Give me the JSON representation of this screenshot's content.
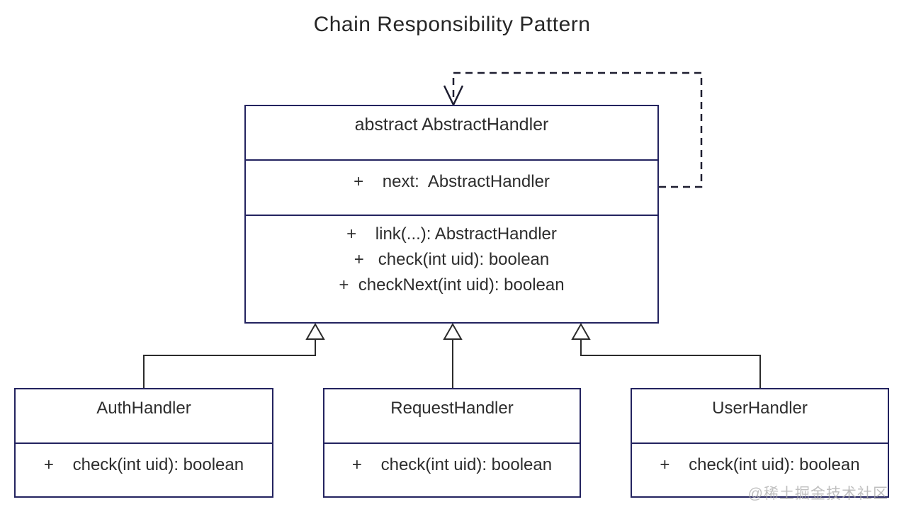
{
  "title": "Chain Responsibility Pattern",
  "classes": {
    "abstract_handler": {
      "name": "abstract AbstractHandler",
      "fields": [
        "+    next:  AbstractHandler"
      ],
      "methods": [
        "+    link(...): AbstractHandler",
        "+   check(int uid): boolean",
        "+  checkNext(int uid): boolean"
      ]
    },
    "subclasses": [
      {
        "name": "AuthHandler",
        "methods": [
          "+    check(int uid): boolean"
        ]
      },
      {
        "name": "RequestHandler",
        "methods": [
          "+    check(int uid): boolean"
        ]
      },
      {
        "name": "UserHandler",
        "methods": [
          "+    check(int uid): boolean"
        ]
      }
    ]
  },
  "relations": {
    "inheritance": [
      {
        "from": "AuthHandler",
        "to": "abstract AbstractHandler"
      },
      {
        "from": "RequestHandler",
        "to": "abstract AbstractHandler"
      },
      {
        "from": "UserHandler",
        "to": "abstract AbstractHandler"
      }
    ],
    "self_reference": {
      "field": "next",
      "to": "abstract AbstractHandler",
      "style": "dashed-open-arrow"
    }
  },
  "watermark": "@稀土掘金技术社区",
  "colors": {
    "background": "#ffffff",
    "box_border": "#23235f",
    "connector": "#2b2b2b",
    "dashed_arrow": "#1d1d30",
    "text": "#2d2d2d",
    "watermark": "#aaaaaa"
  }
}
